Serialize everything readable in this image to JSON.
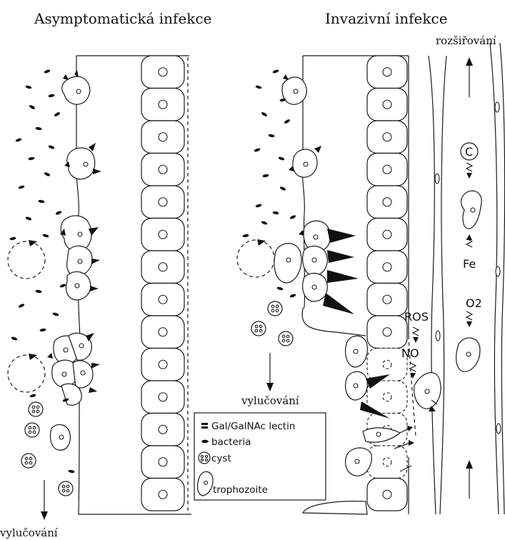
{
  "titles": {
    "left": "Asymptomatická infekce",
    "right": "Invazivní infekce"
  },
  "labels": {
    "spread": "rozšiřování",
    "excretion_left": "vylučování",
    "excretion_right": "vylučování"
  },
  "mediators": {
    "complement": "C",
    "iron": "Fe",
    "oxygen": "O2",
    "ros": "ROS",
    "no": "NO"
  },
  "legend": {
    "lectin": "Gal/GalNAc lectin",
    "bacteria": "bacteria",
    "cyst": "cyst",
    "trophozoite": "trophozoite"
  }
}
